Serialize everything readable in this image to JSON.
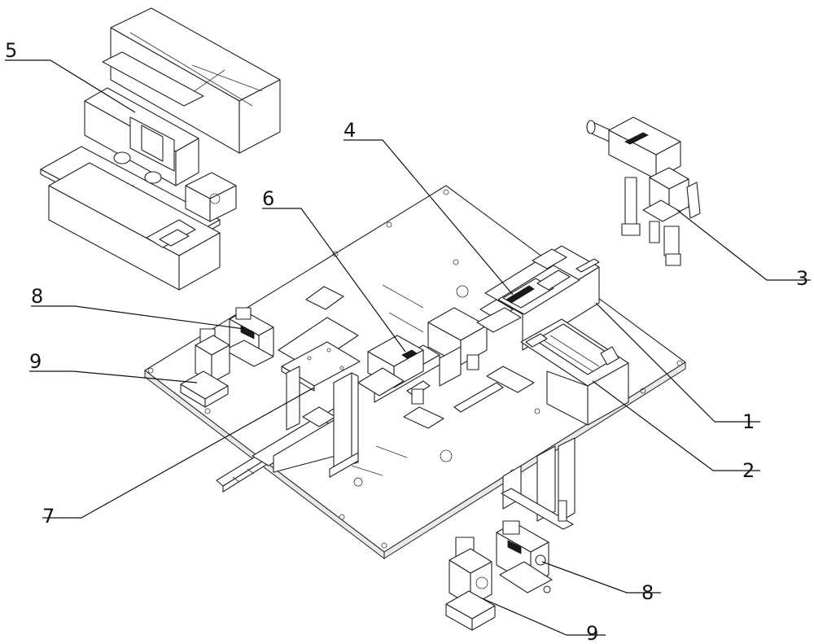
{
  "callouts": [
    {
      "id": "c5a",
      "label": "5"
    },
    {
      "id": "c4",
      "label": "4"
    },
    {
      "id": "c6",
      "label": "6"
    },
    {
      "id": "c3",
      "label": "3"
    },
    {
      "id": "c8a",
      "label": "8"
    },
    {
      "id": "c9a",
      "label": "9"
    },
    {
      "id": "c1",
      "label": "1"
    },
    {
      "id": "c2",
      "label": "2"
    },
    {
      "id": "c7",
      "label": "7"
    },
    {
      "id": "c8b",
      "label": "8"
    },
    {
      "id": "c9b",
      "label": "9"
    }
  ]
}
